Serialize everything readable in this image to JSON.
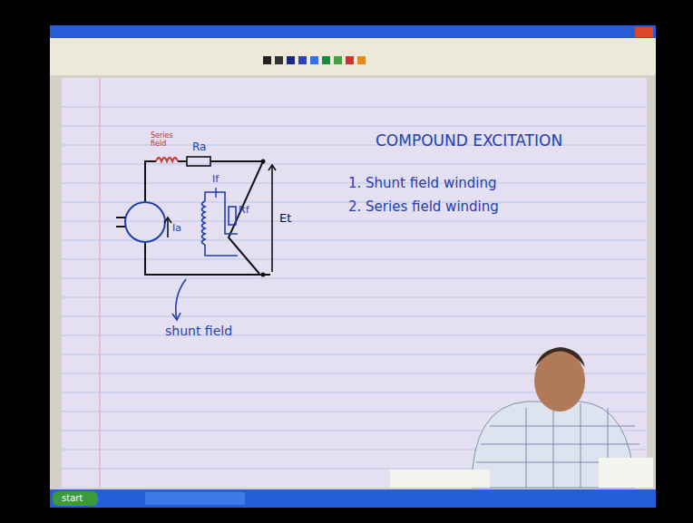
{
  "diagram": {
    "title": "COMPOUND EXCITATION",
    "labels": [
      "Series field",
      "Ra",
      "If",
      "Rf",
      "Ia",
      "Et",
      "shunt field",
      "1. Shunt field winding",
      "2. Series field winding",
      "start"
    ]
  }
}
